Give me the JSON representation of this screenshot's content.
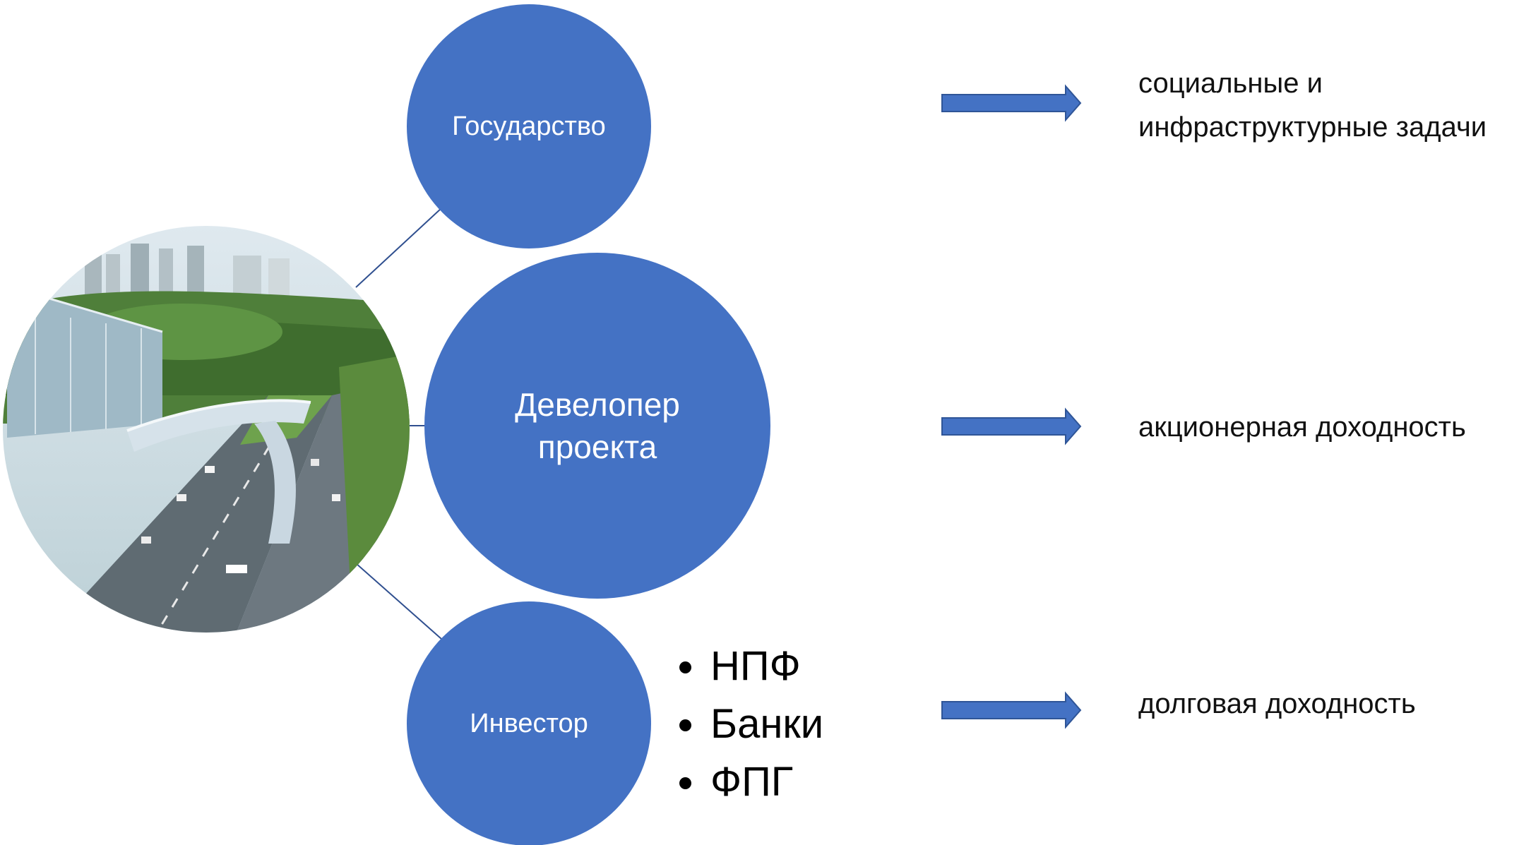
{
  "colors": {
    "node_fill": "#4472c4",
    "arrow_fill": "#4472c4",
    "connector": "#2f4f8f",
    "text": "#111111"
  },
  "nodes": {
    "state": {
      "label": "Государство"
    },
    "developer": {
      "label_lines": [
        "Девелопер",
        "проекта"
      ]
    },
    "investor": {
      "label": "Инвестор"
    }
  },
  "investor_types": [
    {
      "label": "НПФ"
    },
    {
      "label": "Банки"
    },
    {
      "label": "ФПГ"
    }
  ],
  "outcomes": {
    "state": {
      "lines": [
        "социальные и",
        "инфраструктурные задачи"
      ]
    },
    "developer": {
      "lines": [
        "акционерная доходность"
      ]
    },
    "investor": {
      "lines": [
        "долговая доходность"
      ]
    }
  },
  "image": {
    "icon": "city-interchange-photo"
  }
}
